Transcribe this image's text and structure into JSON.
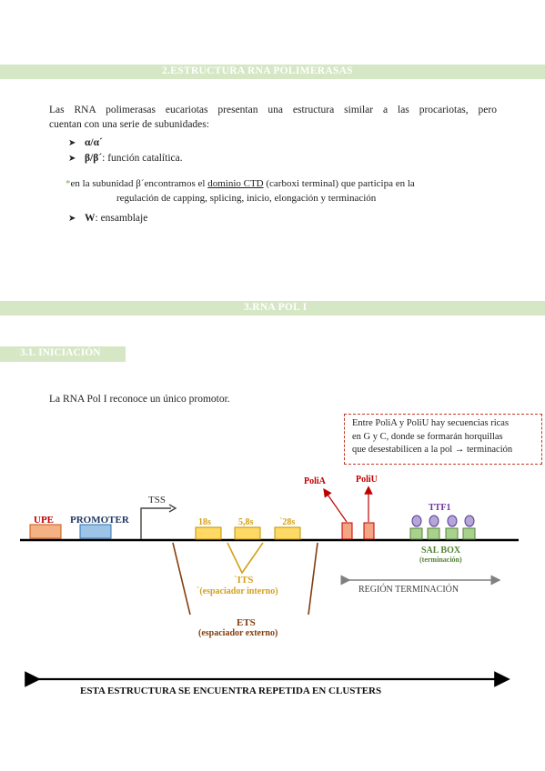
{
  "section2": {
    "title": "2.ESTRUCTURA RNA POLIMERASAS",
    "intro_line1": "Las RNA polimerasas eucariotas presentan una estructura similar a las procariotas, pero",
    "intro_line2": "cuentan con una serie de subunidades:",
    "bullet1": "α/α´",
    "bullet2_bold": "β/β´",
    "bullet2_rest": ": función catalítica.",
    "note_star": "*",
    "note_pre": "en la subunidad β´encontramos el ",
    "note_link": "dominio CTD",
    "note_post": " (carboxi terminal) que participa en la",
    "note_line2": "regulación de capping, splicing, inicio, elongación y terminación",
    "bullet3_bold": "W",
    "bullet3_rest": ": ensamblaje"
  },
  "section3": {
    "title": "3.RNA POL I",
    "subtitle": "3.1. INICIACIÓN",
    "intro": "La RNA Pol I reconoce un único promotor.",
    "note_box_line1": "Entre PoliA y PoliU hay secuencias ricas",
    "note_box_line2": "en G y C, donde se formarán horquillas",
    "note_box_line3": "que desestabilicen a la pol → terminación"
  },
  "diagram": {
    "upe": "UPE",
    "promoter": "PROMOTER",
    "tss": "TSS",
    "r18": "18s",
    "r58": "5,8s",
    "r28": "`28s",
    "polia": "PoliA",
    "poliu": "PoliU",
    "ttf1": "TTF1",
    "salbox": "SAL BOX",
    "salbox_sub": "(terminación)",
    "its": "`ITS",
    "its_sub": "`(espaciador interno)",
    "region": "REGIÓN TERMINACIÓN",
    "ets": "ETS",
    "ets_sub": "(espaciador externo)",
    "cluster": "ESTA ESTRUCTURA SE ENCUENTRA REPETIDA EN CLUSTERS"
  },
  "colors": {
    "band": "#d5e7c4",
    "upe": "#f4b183",
    "promoter": "#9dc3e6",
    "rrna": "#ffd966",
    "poli": "#f4a582",
    "ttf1": "#b4a7d6",
    "salbox": "#a9d18e",
    "red": "#c00000",
    "gold": "#d4a017",
    "brown": "#843c0c",
    "navy": "#1f3864"
  }
}
